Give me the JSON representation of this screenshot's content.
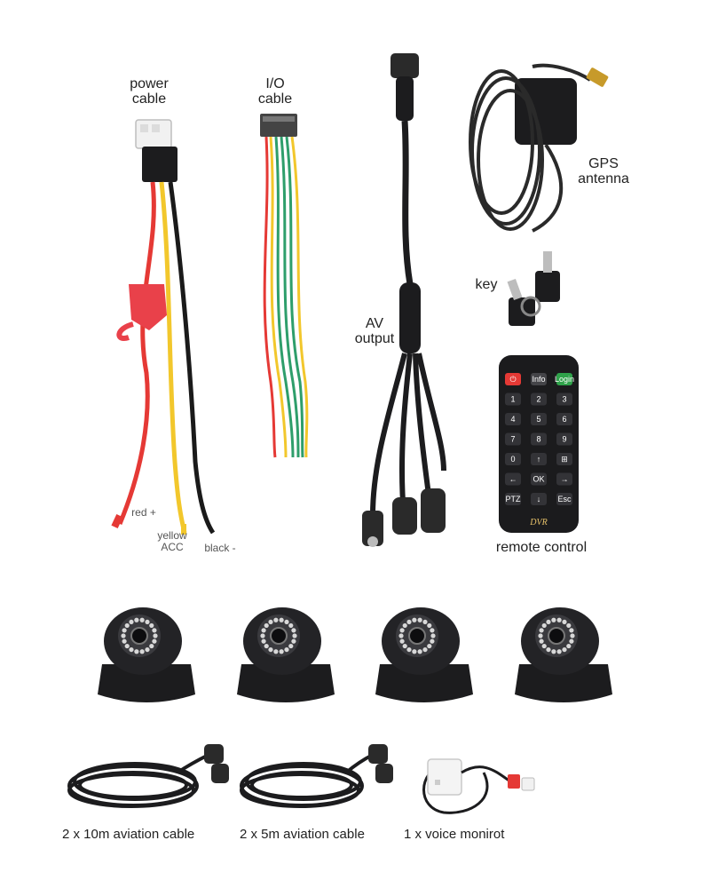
{
  "labels": {
    "power_cable": "power\ncable",
    "io_cable": "I/O\ncable",
    "av_output": "AV\noutput",
    "gps_antenna": "GPS\nantenna",
    "key": "key",
    "remote_control": "remote control",
    "red": "red +",
    "yellow": "yellow\nACC",
    "black": "black -",
    "aviation_10m": "2 x 10m aviation cable",
    "aviation_5m": "2 x 5m aviation cable",
    "voice_monitor": "1 x voice monirot"
  },
  "remote": {
    "brand": "DVR",
    "rows": [
      [
        "⏻",
        "Info",
        "Login"
      ],
      [
        "1",
        "2",
        "3"
      ],
      [
        "4",
        "5",
        "6"
      ],
      [
        "7",
        "8",
        "9"
      ],
      [
        "0",
        "↑",
        "⊞"
      ],
      [
        "←",
        "OK",
        "→"
      ],
      [
        "PTZ",
        "↓",
        "Esc"
      ]
    ]
  },
  "colors": {
    "wire_red": "#e53935",
    "wire_yellow": "#f2c72c",
    "wire_black": "#1a1a1a",
    "wire_green": "#2e9e6b",
    "product_black": "#1c1c1e",
    "remote_power_red": "#e53935",
    "remote_login_green": "#2fa24a"
  },
  "icons": [
    "power-icon",
    "arrow-up-icon",
    "grid-icon",
    "arrow-left-icon",
    "arrow-right-icon",
    "arrow-down-icon"
  ]
}
